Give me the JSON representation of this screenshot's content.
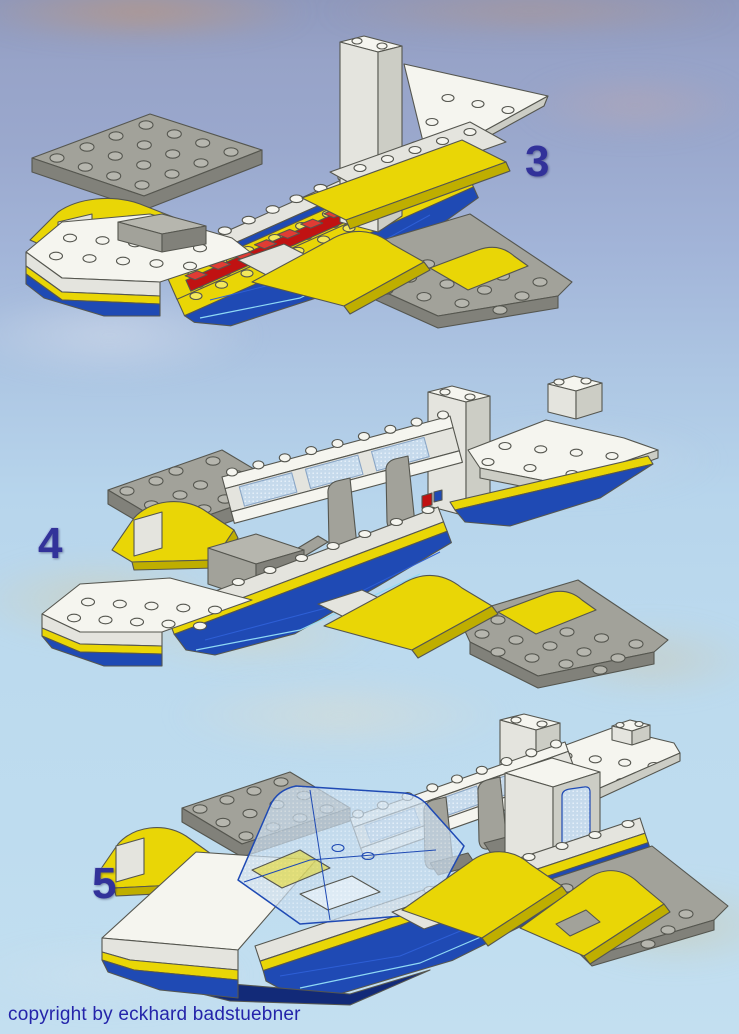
{
  "steps": [
    {
      "number": "3"
    },
    {
      "number": "4"
    },
    {
      "number": "5"
    }
  ],
  "footer": {
    "copyright": "copyright by eckhard badstuebner"
  },
  "colors": {
    "sky_top": "#8f99bd",
    "sky_bottom": "#c3dff0",
    "lego_yellow": "#e9d606",
    "lego_yellow_light": "#f3e85c",
    "lego_yellow_dark": "#bfae00",
    "lego_blue": "#1f4ab4",
    "lego_blue_bright": "#2e5fd6",
    "lego_blue_dark": "#122a78",
    "hull_highlight": "#8fd9f5",
    "lego_red": "#c01212",
    "lego_red_light": "#e03c34",
    "lego_red_dark": "#8a0d0d",
    "gray_plate": "#a2a29a",
    "gray_plate_light": "#b6b6ae",
    "gray_plate_side": "#81817a",
    "white_top": "#f5f5ef",
    "white_side": "#e4e4de",
    "white_shade": "#cccdc5",
    "window_pane": "#c6daec",
    "outline": "#55564f",
    "step_number": "#32329a",
    "copyright": "#2424aa"
  }
}
